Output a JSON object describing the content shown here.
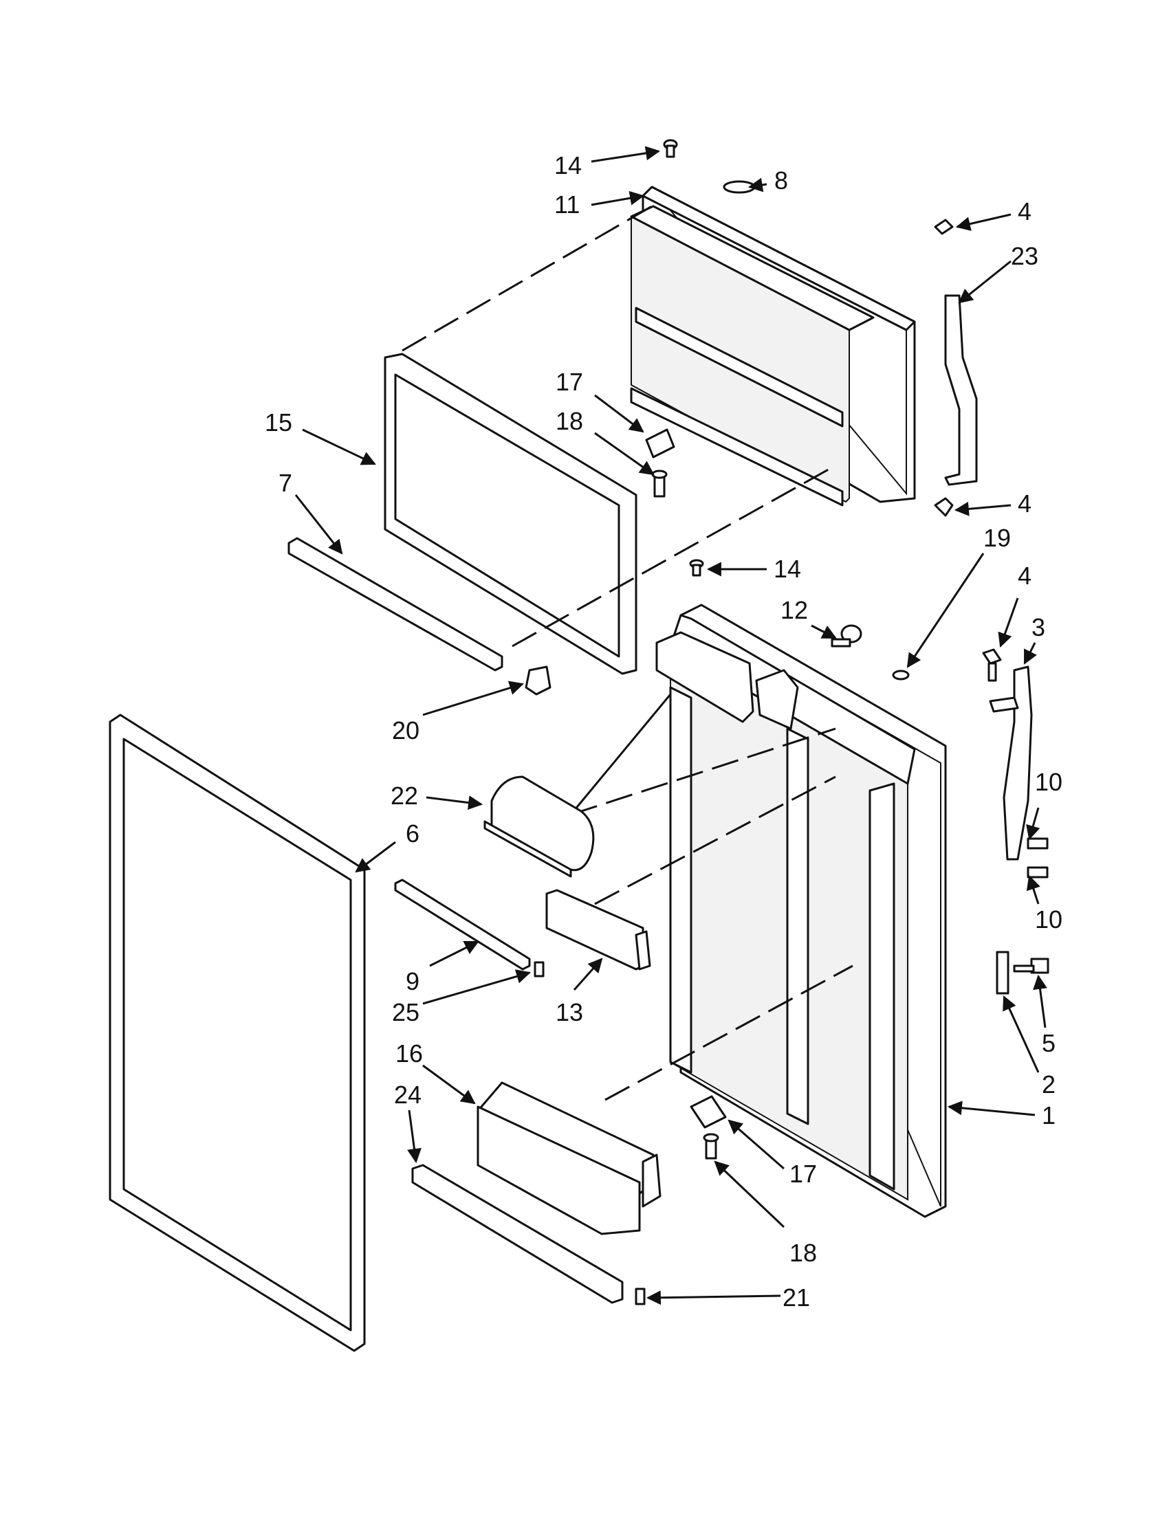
{
  "callouts": {
    "c14_top": "14",
    "c8": "8",
    "c11": "11",
    "c4_a": "4",
    "c23": "23",
    "c15": "15",
    "c17_a": "17",
    "c18_a": "18",
    "c7": "7",
    "c4_b": "4",
    "c19": "19",
    "c14_mid": "14",
    "c12": "12",
    "c4_c": "4",
    "c3": "3",
    "c20": "20",
    "c22": "22",
    "c6": "6",
    "c10_a": "10",
    "c10_b": "10",
    "c9": "9",
    "c25": "25",
    "c13": "13",
    "c5": "5",
    "c2": "2",
    "c16": "16",
    "c24": "24",
    "c1": "1",
    "c17_b": "17",
    "c18_b": "18",
    "c21": "21"
  }
}
